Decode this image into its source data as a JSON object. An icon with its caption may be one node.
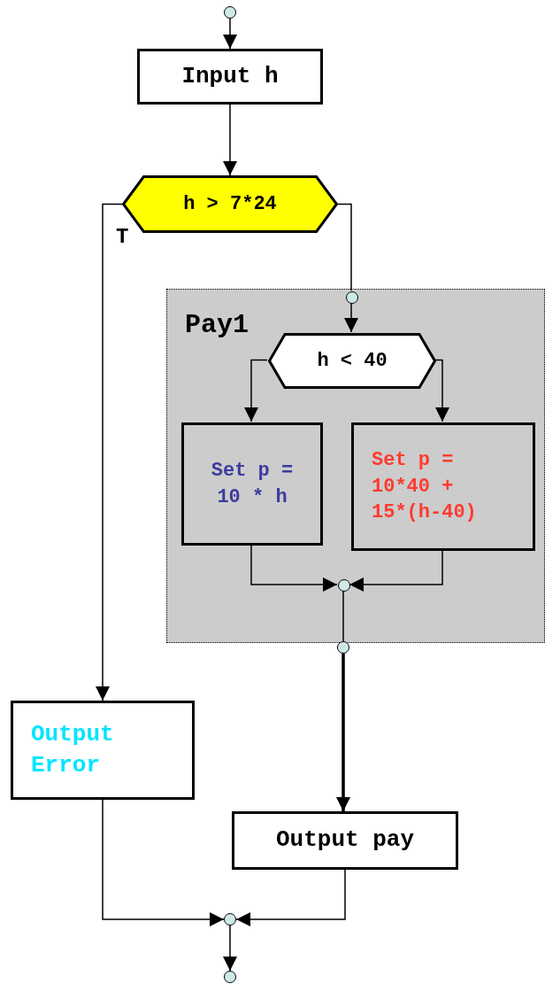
{
  "diagram": {
    "nodes": [
      {
        "text": [],
        "shape": "circle"
      },
      {
        "text": [
          "Input h"
        ]
      },
      {
        "text": [
          "h > 7*24"
        ]
      },
      {
        "text": [
          "Pay1"
        ]
      },
      {
        "text": [],
        "shape": "circle",
        "in": 3
      },
      {
        "text": [
          "h < 40"
        ],
        "in": 3
      },
      {
        "text": [
          "Set p = 10 * h"
        ],
        "in": 3
      },
      {
        "text": [
          "Set p = 10*40 + 15*(h-40)"
        ],
        "in": 3
      },
      {
        "text": [],
        "shape": "circle",
        "in": 3
      },
      {
        "text": [],
        "shape": "circle"
      },
      {
        "text": [
          "Output Error"
        ]
      },
      {
        "text": [
          "Output pay"
        ]
      },
      {
        "text": [],
        "shape": "circle"
      },
      {
        "text": [],
        "shape": "circle"
      }
    ],
    "edges": [
      {
        "from": 0,
        "to": 1,
        "arrow": "to"
      },
      {
        "from": 1,
        "to": 2,
        "arrow": "to"
      },
      {
        "from": 2,
        "to": 10,
        "arrow": "to",
        "label": "T"
      },
      {
        "from": 2,
        "to": 4,
        "arrow": "none"
      },
      {
        "from": 4,
        "to": 5,
        "arrow": "to"
      },
      {
        "from": 5,
        "to": 6,
        "arrow": "to"
      },
      {
        "from": 5,
        "to": 7,
        "arrow": "to"
      },
      {
        "from": 6,
        "to": 8,
        "arrow": "to"
      },
      {
        "from": 7,
        "to": 8,
        "arrow": "to"
      },
      {
        "from": 8,
        "to": 9,
        "arrow": "none"
      },
      {
        "from": 9,
        "to": 11,
        "arrow": "to",
        "style": "thick"
      },
      {
        "from": 10,
        "to": 12,
        "arrow": "to"
      },
      {
        "from": 11,
        "to": 12,
        "arrow": "to"
      },
      {
        "from": 12,
        "to": 13,
        "arrow": "to"
      }
    ]
  }
}
